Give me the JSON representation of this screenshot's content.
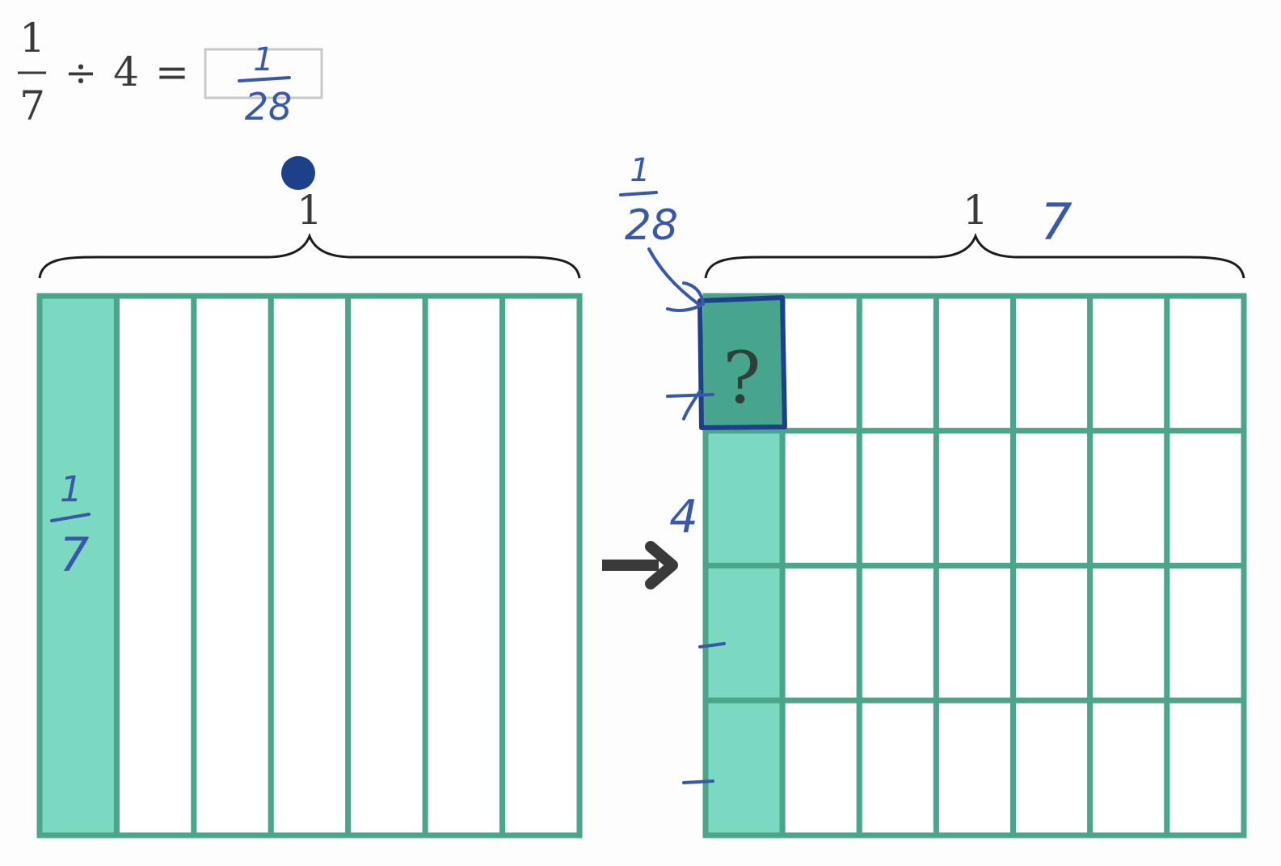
{
  "equation": {
    "dividend_numerator": "1",
    "dividend_denominator": "7",
    "operator": "÷",
    "divisor": "4",
    "equals": "=",
    "answer_numerator": "1",
    "answer_denominator": "28"
  },
  "left_model": {
    "whole_label": "1",
    "columns": 7,
    "shaded_columns": 1,
    "shaded_label_numerator": "1",
    "shaded_label_denominator": "7"
  },
  "right_model": {
    "whole_label": "1",
    "columns_note": "7",
    "columns": 7,
    "rows": 4,
    "rows_note": "4",
    "unknown_cell_mark": "?",
    "unknown_label_numerator": "1",
    "unknown_label_denominator": "28"
  },
  "colors": {
    "grid": "#4aa58a",
    "shade": "#7bd9c1",
    "shade_dark": "#47a58d",
    "ink": "#3a58a8",
    "dark_ink": "#1e3f8a",
    "text": "#3a3a3a"
  }
}
